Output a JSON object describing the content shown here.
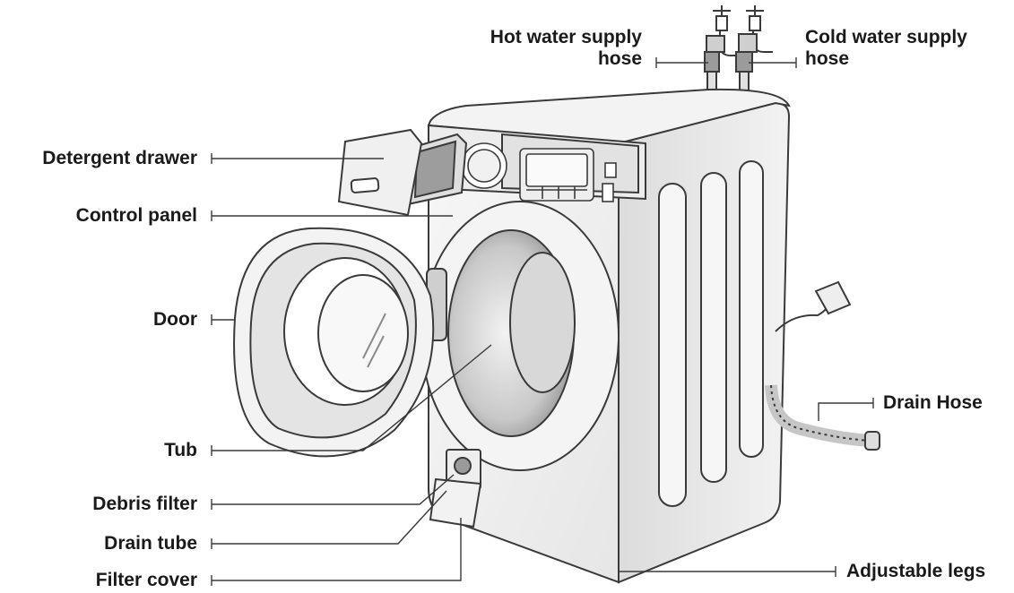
{
  "labels": {
    "hot_water": "Hot water supply hose",
    "hot_water_line1": "Hot water supply",
    "hot_water_line2": "hose",
    "cold_water_line1": "Cold water supply",
    "cold_water_line2": "hose",
    "detergent_drawer": "Detergent drawer",
    "control_panel": "Control panel",
    "door": "Door",
    "tub": "Tub",
    "debris_filter": "Debris filter",
    "drain_tube": "Drain tube",
    "filter_cover": "Filter cover",
    "drain_hose": "Drain Hose",
    "adjustable_legs": "Adjustable legs"
  },
  "colors": {
    "outline": "#3a3a3a",
    "fill_light": "#f4f4f4",
    "fill_mid": "#dcdcdc",
    "fill_dark": "#b8b8b8"
  }
}
